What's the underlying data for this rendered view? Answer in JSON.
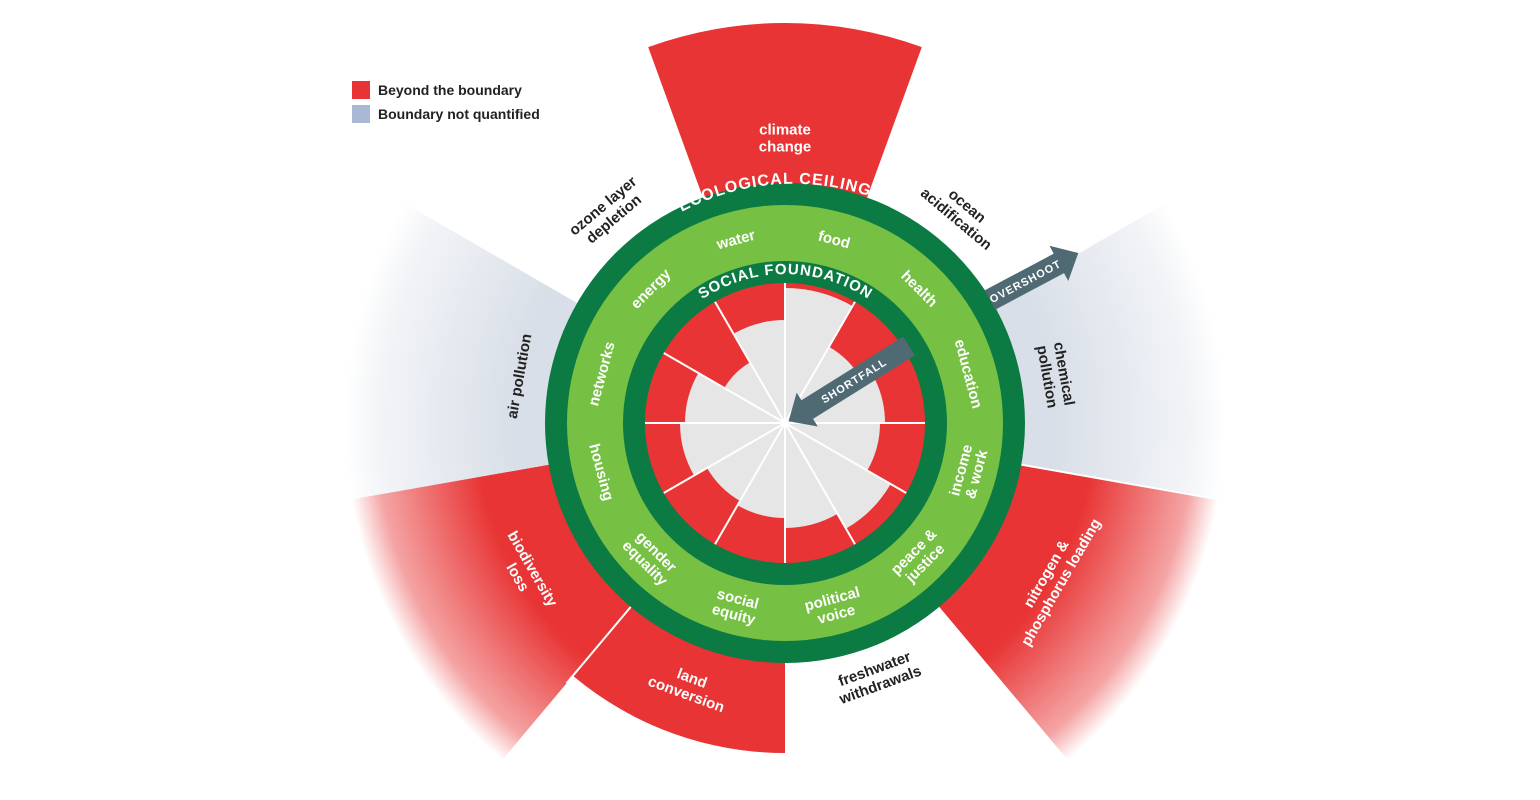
{
  "legend": {
    "beyond": {
      "label": "Beyond the boundary",
      "color": "#e83434"
    },
    "unquantified": {
      "label": "Boundary not quantified",
      "color": "#a9b8d4"
    }
  },
  "rings": {
    "ceiling": "ECOLOGICAL CEILING",
    "foundation": "SOCIAL FOUNDATION"
  },
  "arrows": {
    "overshoot": "OVERSHOOT",
    "shortfall": "SHORTFALL"
  },
  "ecological": [
    {
      "id": "climate",
      "lines": [
        "climate",
        "change"
      ],
      "status": "beyond"
    },
    {
      "id": "ocean",
      "lines": [
        "ocean",
        "acidification"
      ],
      "status": "within"
    },
    {
      "id": "chemical",
      "lines": [
        "chemical",
        "pollution"
      ],
      "status": "unquantified"
    },
    {
      "id": "nitrogen",
      "lines": [
        "nitrogen &",
        "phosphorus loading"
      ],
      "status": "beyond"
    },
    {
      "id": "freshwater",
      "lines": [
        "freshwater",
        "withdrawals"
      ],
      "status": "within"
    },
    {
      "id": "land",
      "lines": [
        "land",
        "conversion"
      ],
      "status": "beyond"
    },
    {
      "id": "biodiversity",
      "lines": [
        "biodiversity",
        "loss"
      ],
      "status": "beyond"
    },
    {
      "id": "air",
      "lines": [
        "air pollution"
      ],
      "status": "unquantified"
    },
    {
      "id": "ozone",
      "lines": [
        "ozone layer",
        "depletion"
      ],
      "status": "within"
    }
  ],
  "social": [
    {
      "id": "food",
      "lines": [
        "food"
      ]
    },
    {
      "id": "health",
      "lines": [
        "health"
      ]
    },
    {
      "id": "education",
      "lines": [
        "education"
      ]
    },
    {
      "id": "income",
      "lines": [
        "income",
        "& work"
      ]
    },
    {
      "id": "peace",
      "lines": [
        "peace &",
        "justice"
      ]
    },
    {
      "id": "political",
      "lines": [
        "political",
        "voice"
      ]
    },
    {
      "id": "equity",
      "lines": [
        "social",
        "equity"
      ]
    },
    {
      "id": "gender",
      "lines": [
        "gender",
        "equality"
      ]
    },
    {
      "id": "housing",
      "lines": [
        "housing"
      ]
    },
    {
      "id": "networks",
      "lines": [
        "networks"
      ]
    },
    {
      "id": "energy",
      "lines": [
        "energy"
      ]
    },
    {
      "id": "water",
      "lines": [
        "water"
      ]
    }
  ],
  "colors": {
    "red": "#e83434",
    "grey_blue": "#d9dfe8",
    "dark_green": "#0c7a43",
    "light_green": "#76c043",
    "inner_grey": "#e6e6e6",
    "arrow": "#4f6a72"
  }
}
